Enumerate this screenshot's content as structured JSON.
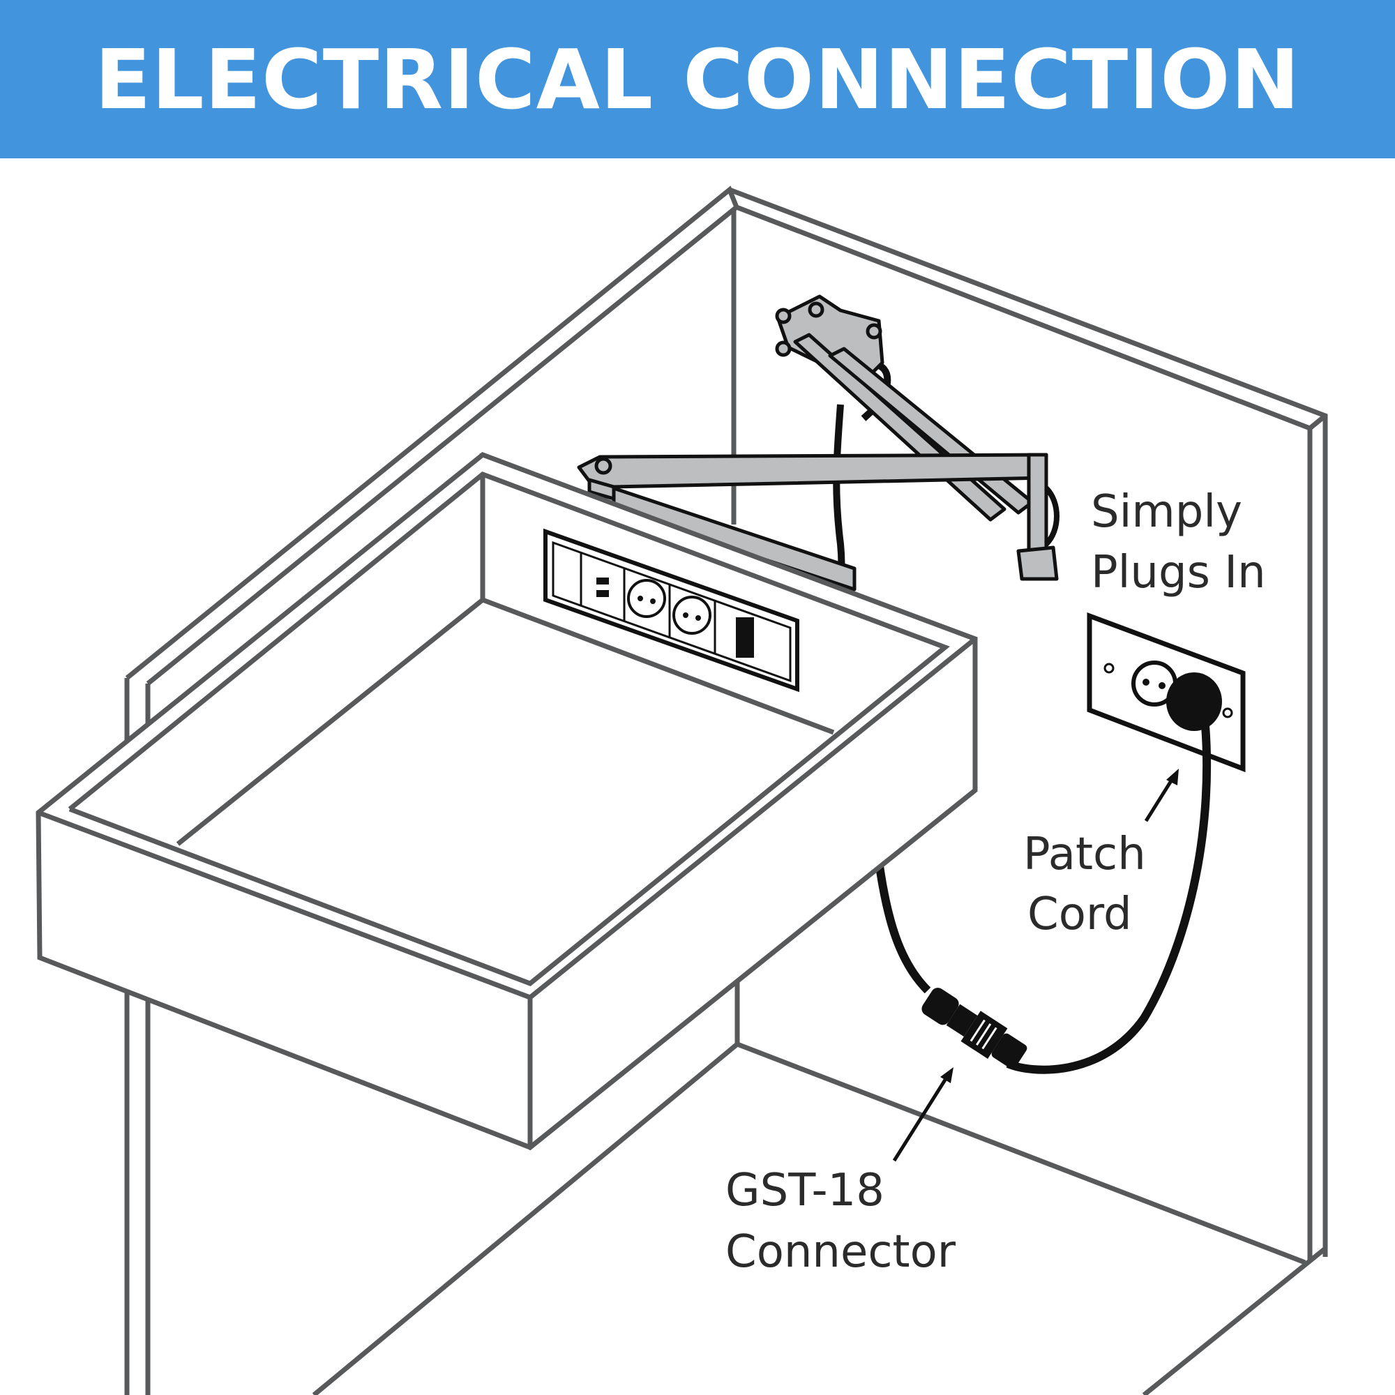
{
  "header": {
    "title": "ELECTRICAL CONNECTION"
  },
  "callouts": {
    "simply_plugs_in": [
      "Simply",
      "Plugs In"
    ],
    "patch_cord": [
      "Patch",
      "Cord"
    ],
    "connector": [
      "GST-18",
      "Connector"
    ]
  },
  "colors": {
    "banner": "#4294dc",
    "line": "#58595b",
    "cord": "#111111",
    "metal": "#bcbec0"
  }
}
